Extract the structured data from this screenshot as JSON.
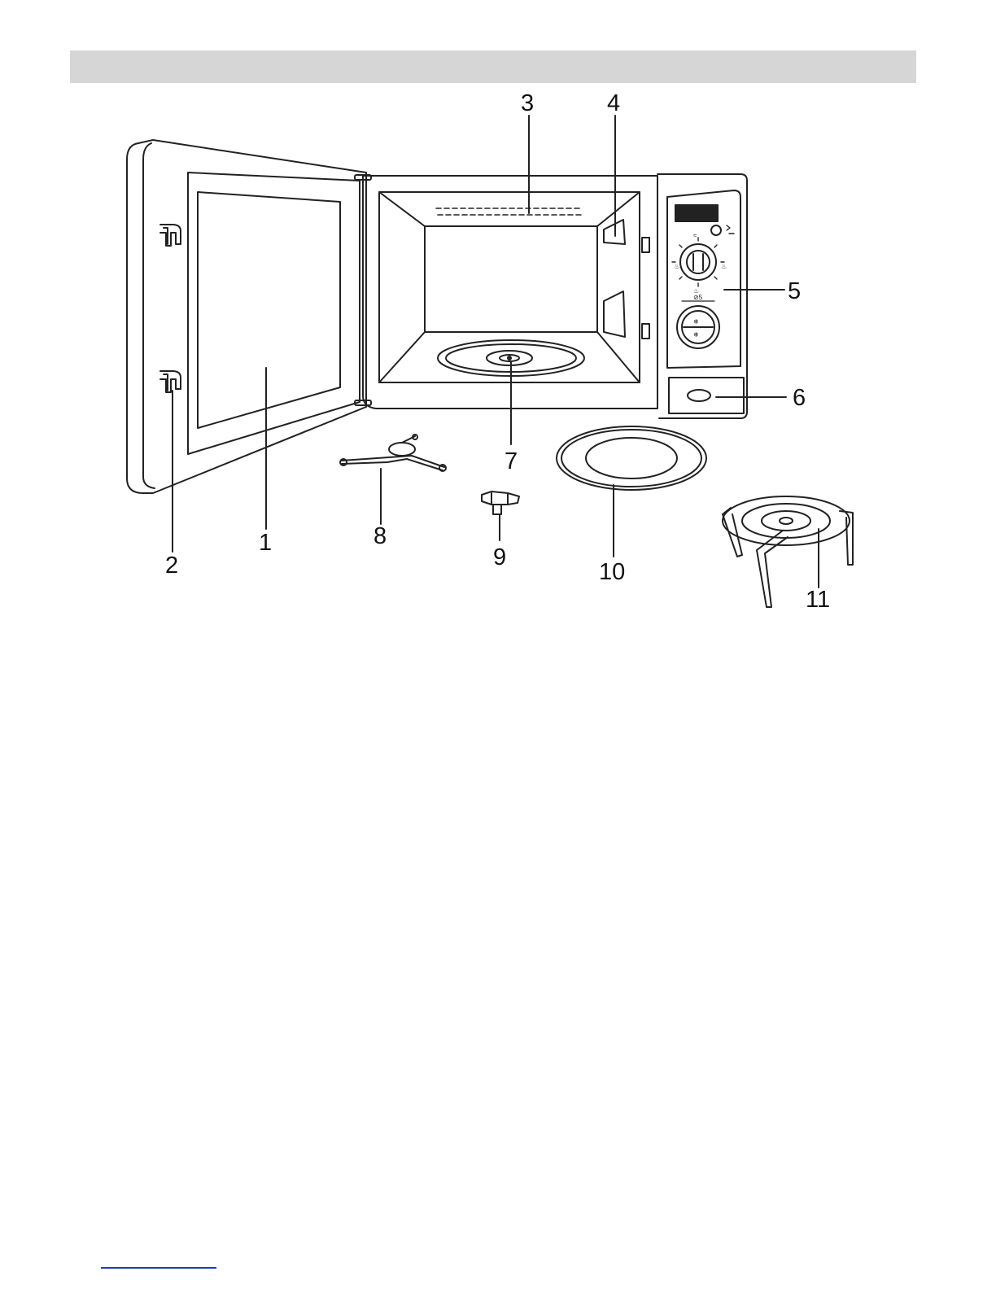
{
  "callouts": [
    "1",
    "2",
    "3",
    "4",
    "5",
    "6",
    "7",
    "8",
    "9",
    "10",
    "11"
  ]
}
